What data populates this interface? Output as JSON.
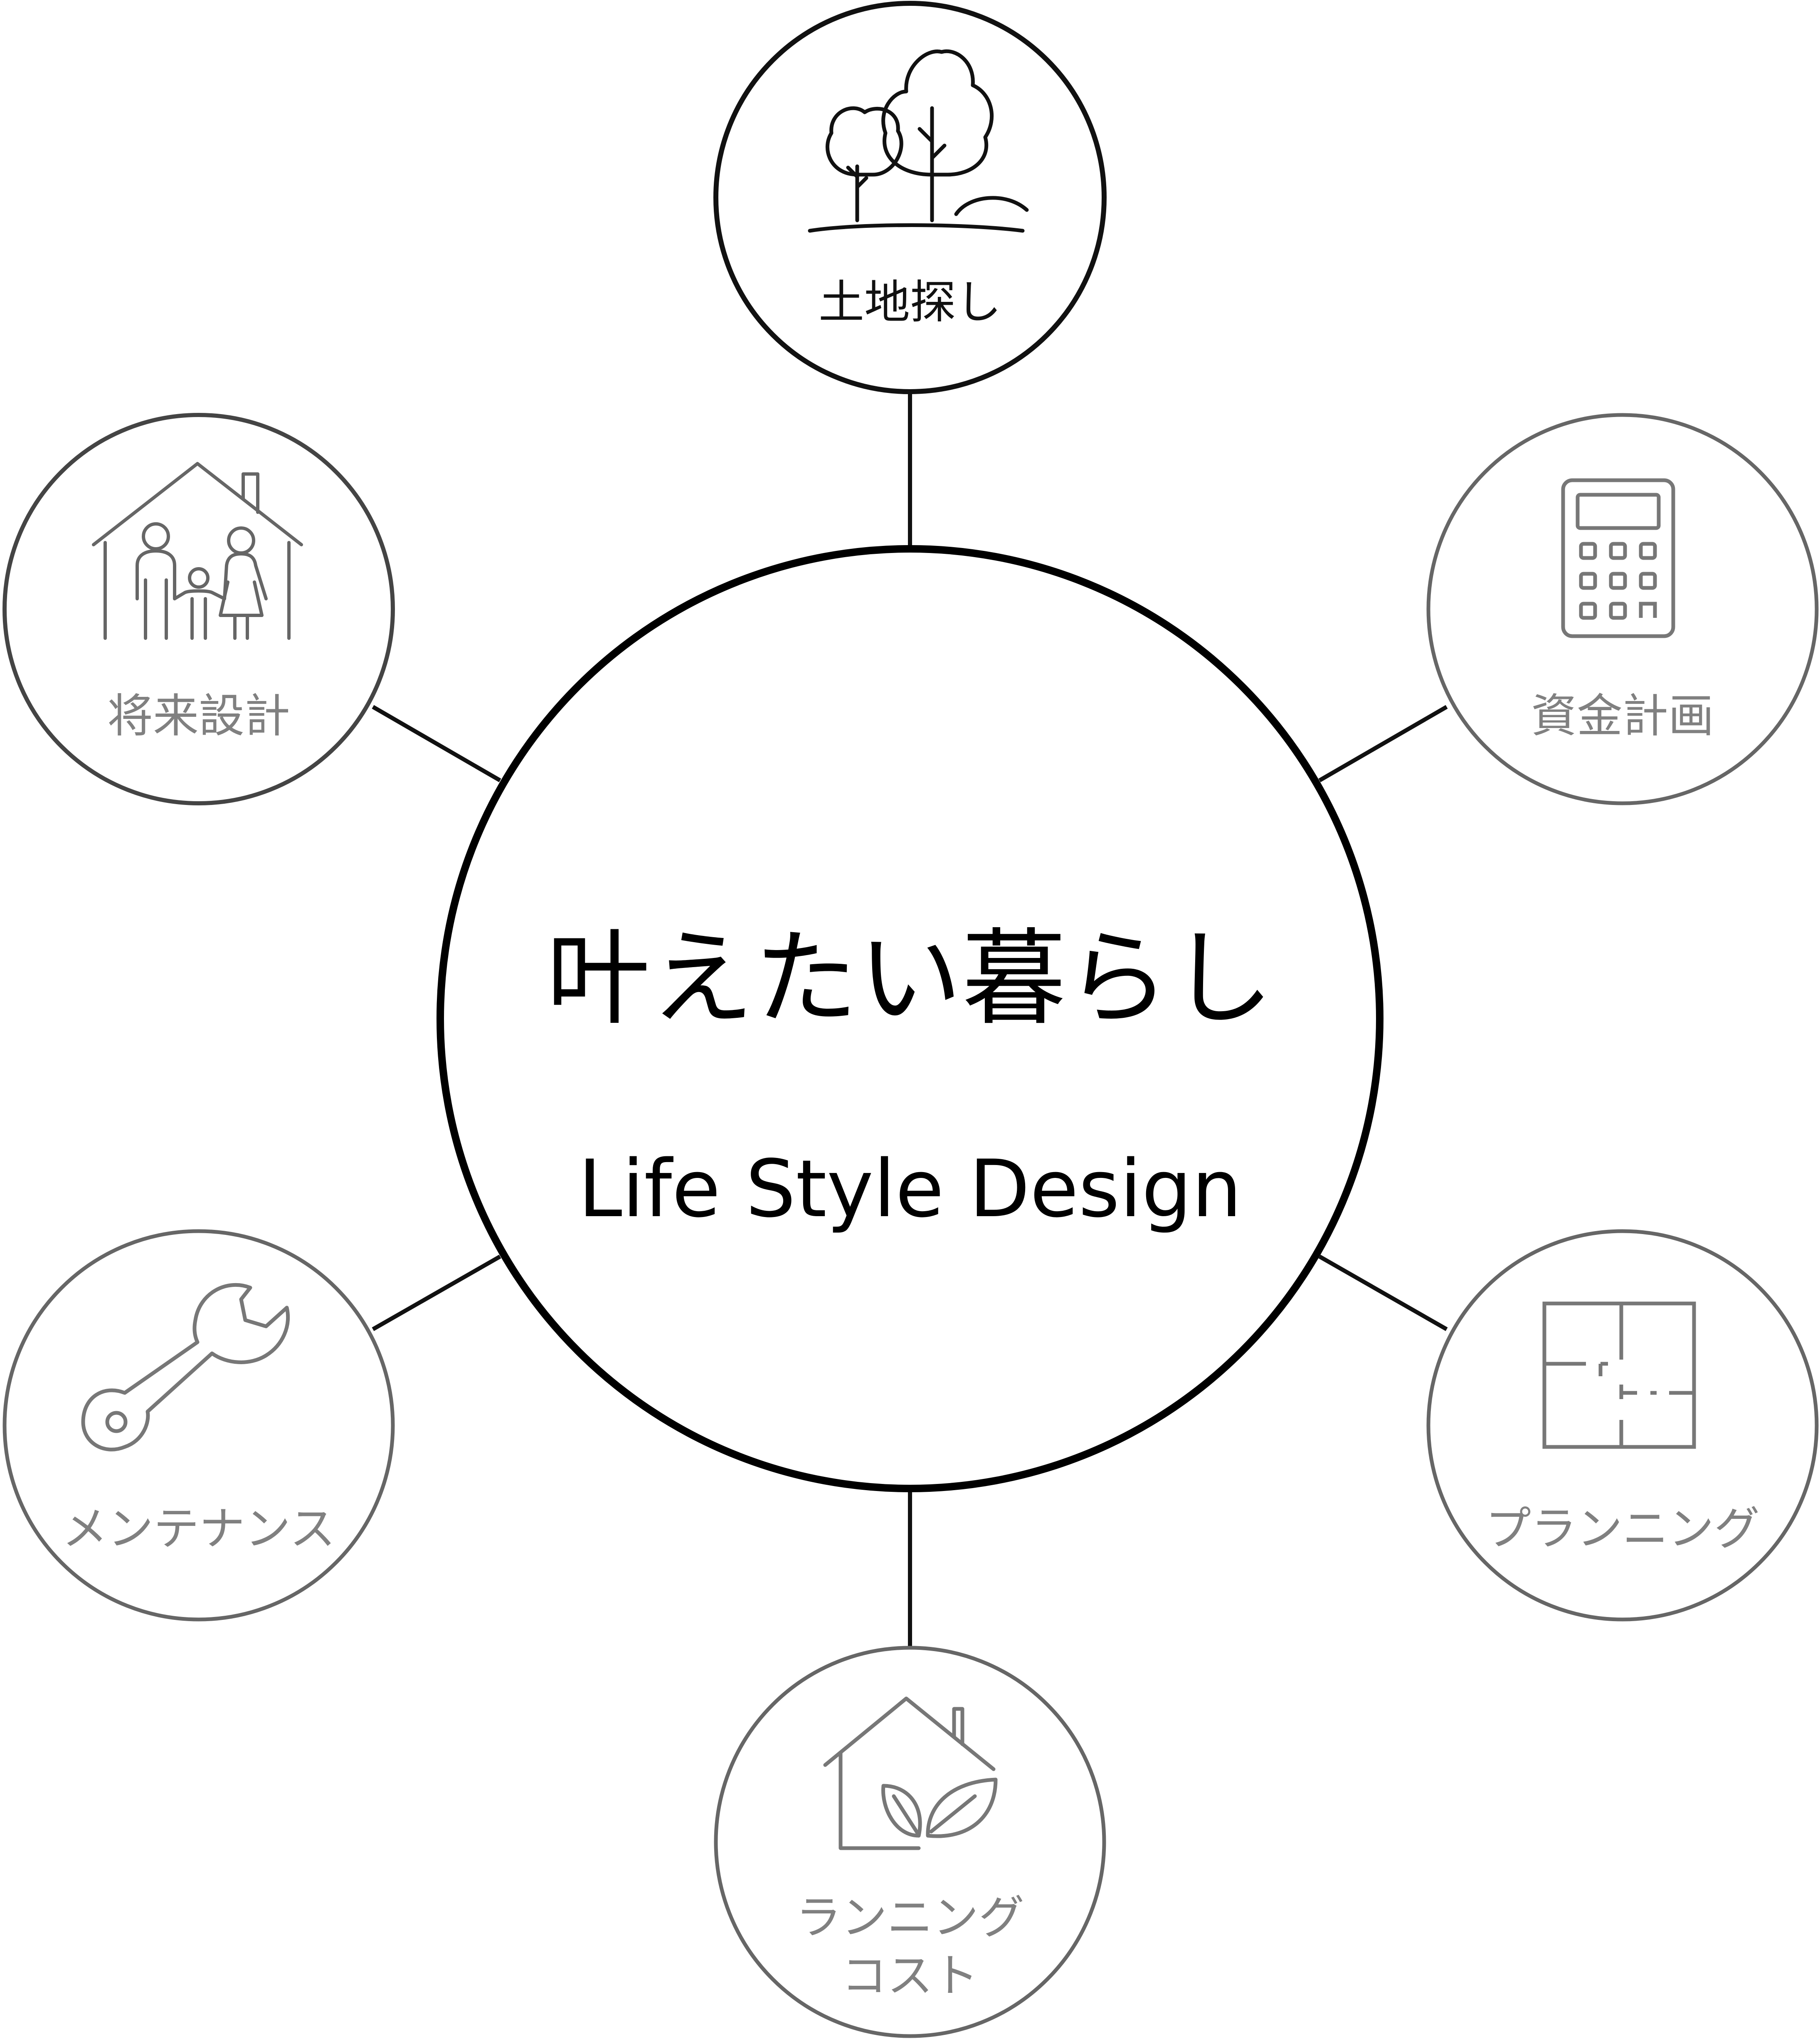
{
  "center": {
    "title_jp": "叶えたい暮らし",
    "title_en": "Life Style Design"
  },
  "nodes": {
    "land": {
      "label": "土地探し",
      "icon": "trees-landscape-icon"
    },
    "finance": {
      "label": "資金計画",
      "icon": "calculator-icon"
    },
    "planning": {
      "label": "プランニング",
      "icon": "floor-plan-icon"
    },
    "running": {
      "line1": "ランニング",
      "line2": "コスト",
      "icon": "eco-house-icon"
    },
    "maintenance": {
      "label": "メンテナンス",
      "icon": "wrench-icon"
    },
    "future": {
      "label": "将来設計",
      "icon": "family-house-icon"
    }
  },
  "colors": {
    "center_stroke": "#000000",
    "primary_node": "#111111",
    "secondary_node": "#666666",
    "secondary_text": "#808080"
  }
}
